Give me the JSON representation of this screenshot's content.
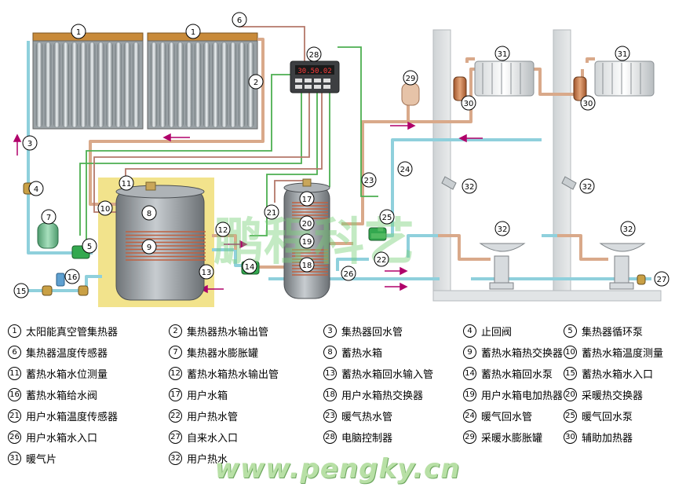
{
  "controller": {
    "display": "30.50.02",
    "label": "28"
  },
  "watermark": "鹏程科艺",
  "callouts": {
    "c1a": "1",
    "c1b": "1",
    "c2": "2",
    "c3": "3",
    "c4": "4",
    "c5": "5",
    "c6": "6",
    "c7": "7",
    "c8": "8",
    "c9": "9",
    "c10": "10",
    "c11": "11",
    "c12": "12",
    "c13": "13",
    "c14": "14",
    "c15": "15",
    "c16": "16",
    "c17": "17",
    "c18": "18",
    "c19": "19",
    "c20": "20",
    "c21": "21",
    "c22": "22",
    "c23": "23",
    "c24": "24",
    "c25": "25",
    "c26": "26",
    "c27": "27",
    "c29": "29",
    "c30a": "30",
    "c30b": "30",
    "c31a": "31",
    "c31b": "31",
    "c32a": "32",
    "c32b": "32",
    "c32c": "32",
    "c32d": "32"
  },
  "legend": [
    {
      "num": "1",
      "text": "太阳能真空管集热器"
    },
    {
      "num": "2",
      "text": "集热器热水输出管"
    },
    {
      "num": "3",
      "text": "集热器回水管"
    },
    {
      "num": "4",
      "text": "止回阀"
    },
    {
      "num": "5",
      "text": "集热器循环泵"
    },
    {
      "num": "6",
      "text": "集热器温度传感器"
    },
    {
      "num": "7",
      "text": "集热器水膨胀罐"
    },
    {
      "num": "8",
      "text": "蓄热水箱"
    },
    {
      "num": "9",
      "text": "蓄热水箱热交换器"
    },
    {
      "num": "10",
      "text": "蓄热水箱温度测量"
    },
    {
      "num": "11",
      "text": "蓄热水箱水位测量"
    },
    {
      "num": "12",
      "text": "蓄热水箱热水输出管"
    },
    {
      "num": "13",
      "text": "蓄热水箱回水输入管"
    },
    {
      "num": "14",
      "text": "蓄热水箱回水泵"
    },
    {
      "num": "15",
      "text": "蓄热水箱水入口"
    },
    {
      "num": "16",
      "text": "蓄热水箱给水阀"
    },
    {
      "num": "17",
      "text": "用户水箱"
    },
    {
      "num": "18",
      "text": "用户水箱热交换器"
    },
    {
      "num": "19",
      "text": "用户水箱电加热器"
    },
    {
      "num": "20",
      "text": "采暖热交换器"
    },
    {
      "num": "21",
      "text": "用户水箱温度传感器"
    },
    {
      "num": "22",
      "text": "用户热水管"
    },
    {
      "num": "23",
      "text": "暖气热水管"
    },
    {
      "num": "24",
      "text": "暖气回水管"
    },
    {
      "num": "25",
      "text": "暖气回水泵"
    },
    {
      "num": "26",
      "text": "用户水箱水入口"
    },
    {
      "num": "27",
      "text": "自来水入口"
    },
    {
      "num": "28",
      "text": "电脑控制器"
    },
    {
      "num": "29",
      "text": "采暖水膨胀罐"
    },
    {
      "num": "30",
      "text": "辅助加热器"
    },
    {
      "num": "31",
      "text": "暖气片"
    },
    {
      "num": "32",
      "text": "用户热水"
    }
  ],
  "footer": {
    "url": "www.pengky.cn"
  },
  "colors": {
    "hot_pipe": "#d9a98a",
    "cold_pipe": "#8fd0dc",
    "signal_green": "#4caf50",
    "signal_brown": "#b4786a",
    "flow_arrow": "#b0006a",
    "tank_fill": "#9ea4a8",
    "tank_area": "#f2e38c"
  }
}
